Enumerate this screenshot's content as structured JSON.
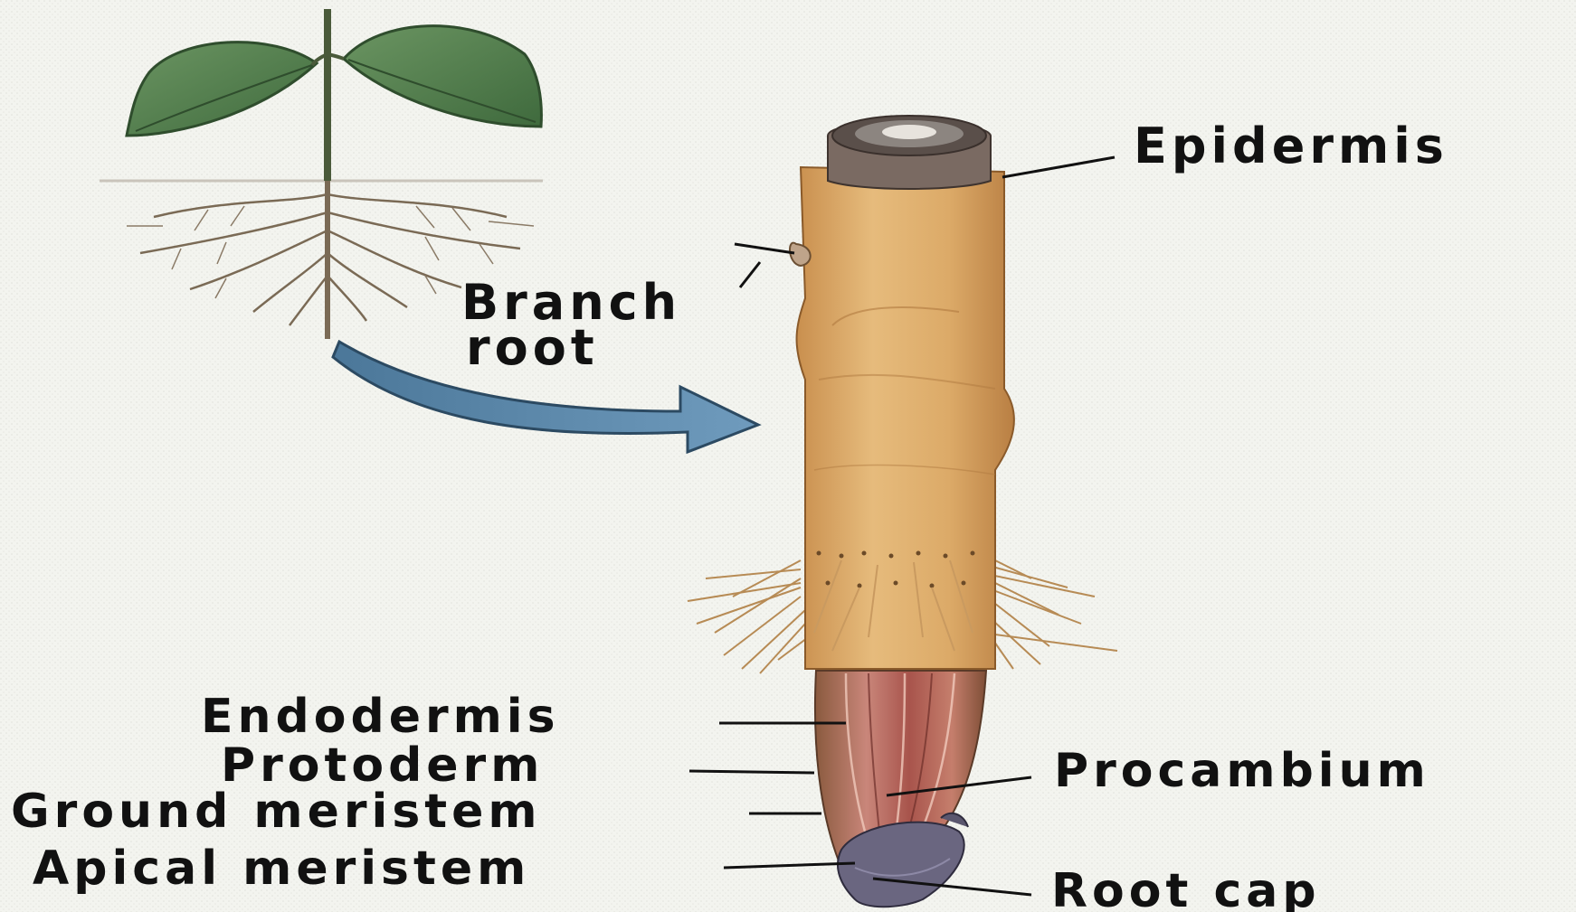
{
  "labels": {
    "epidermis": "Epidermis",
    "branch_root_line1": "Branch",
    "branch_root_line2": "root",
    "endodermis": "Endodermis",
    "protoderm": "Protoderm",
    "ground_meristem": "Ground meristem",
    "apical_meristem": "Apical meristem",
    "procambium": "Procambium",
    "root_cap": "Root cap"
  },
  "colors": {
    "background": "#f3f4ef",
    "leaf": "#4f7a4a",
    "root_body": "#d9a86a",
    "root_top": "#7a6a60",
    "zone_of_elongation": "#b56a5a",
    "root_cap": "#6e6a80",
    "arrow": "#5a86a8",
    "label_text": "#111111",
    "leader_line": "#111111"
  }
}
